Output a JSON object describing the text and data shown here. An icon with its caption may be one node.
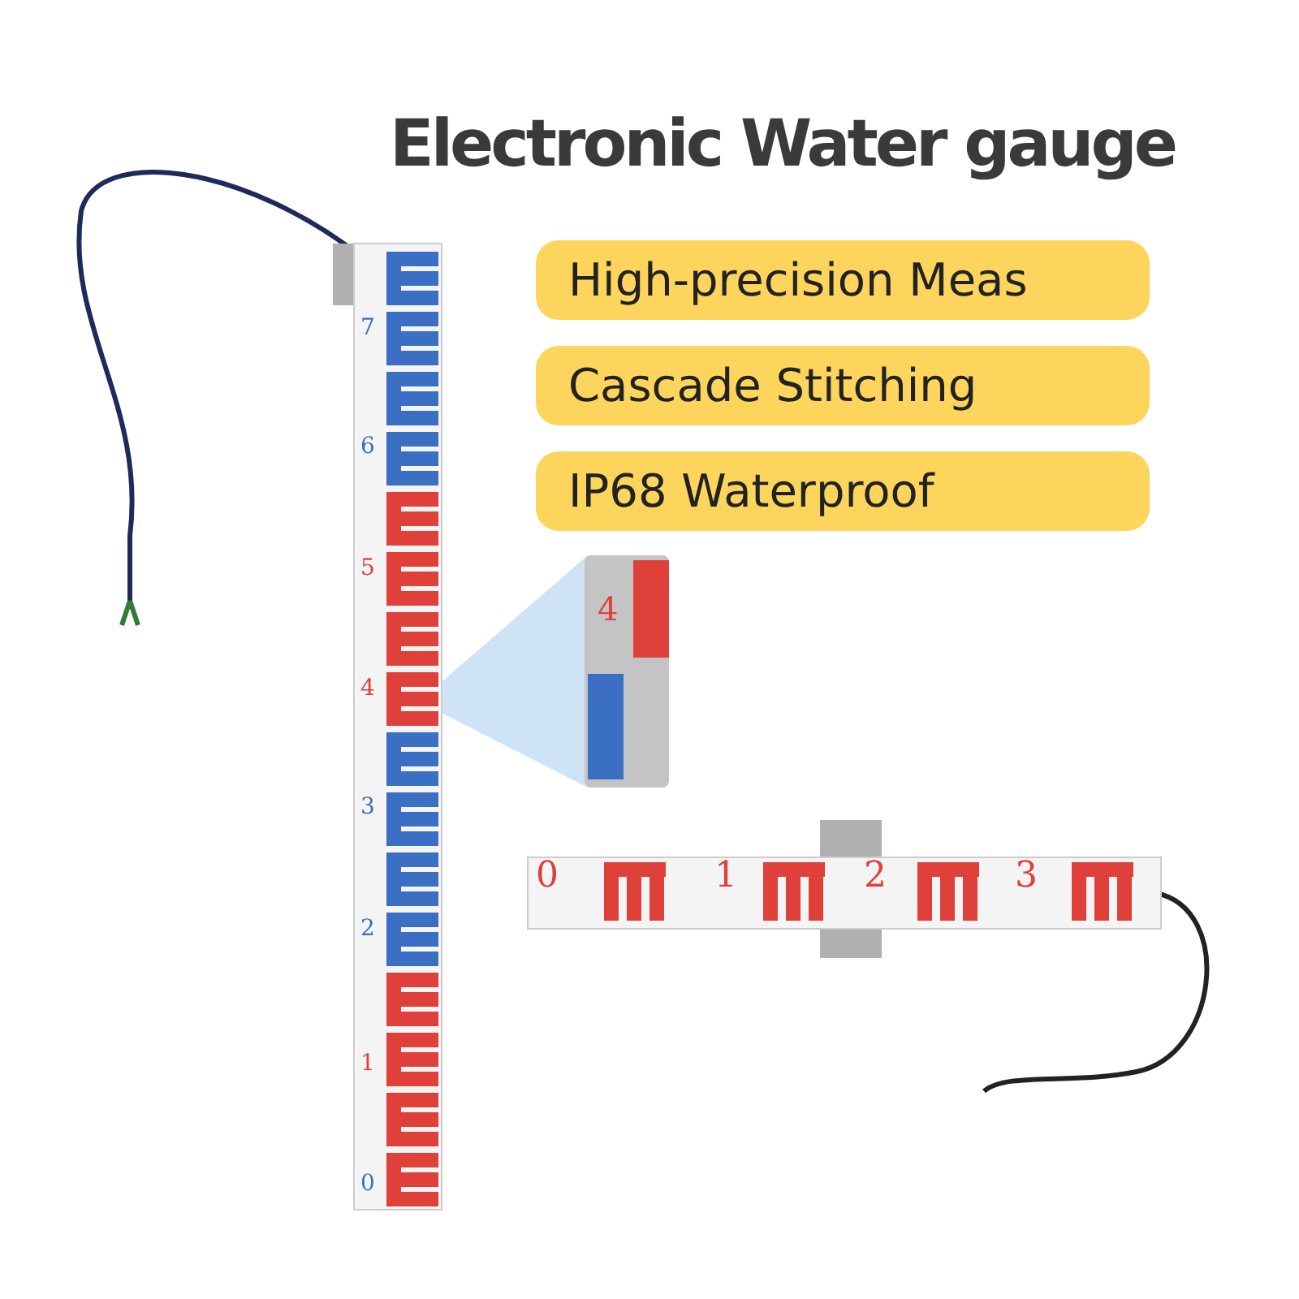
{
  "diagram": {
    "title": "Electronic Water gauge",
    "nodes": [
      {
        "text": [
          "High-precision Meas"
        ]
      },
      {
        "text": [
          "Cascade Stitching"
        ]
      },
      {
        "text": [
          "IP68 Waterproof"
        ]
      }
    ],
    "edges": [],
    "labels": [
      "7",
      "6",
      "5",
      "4",
      "3",
      "2",
      "1",
      "0",
      "4",
      "0",
      "1",
      "2",
      "3"
    ]
  }
}
